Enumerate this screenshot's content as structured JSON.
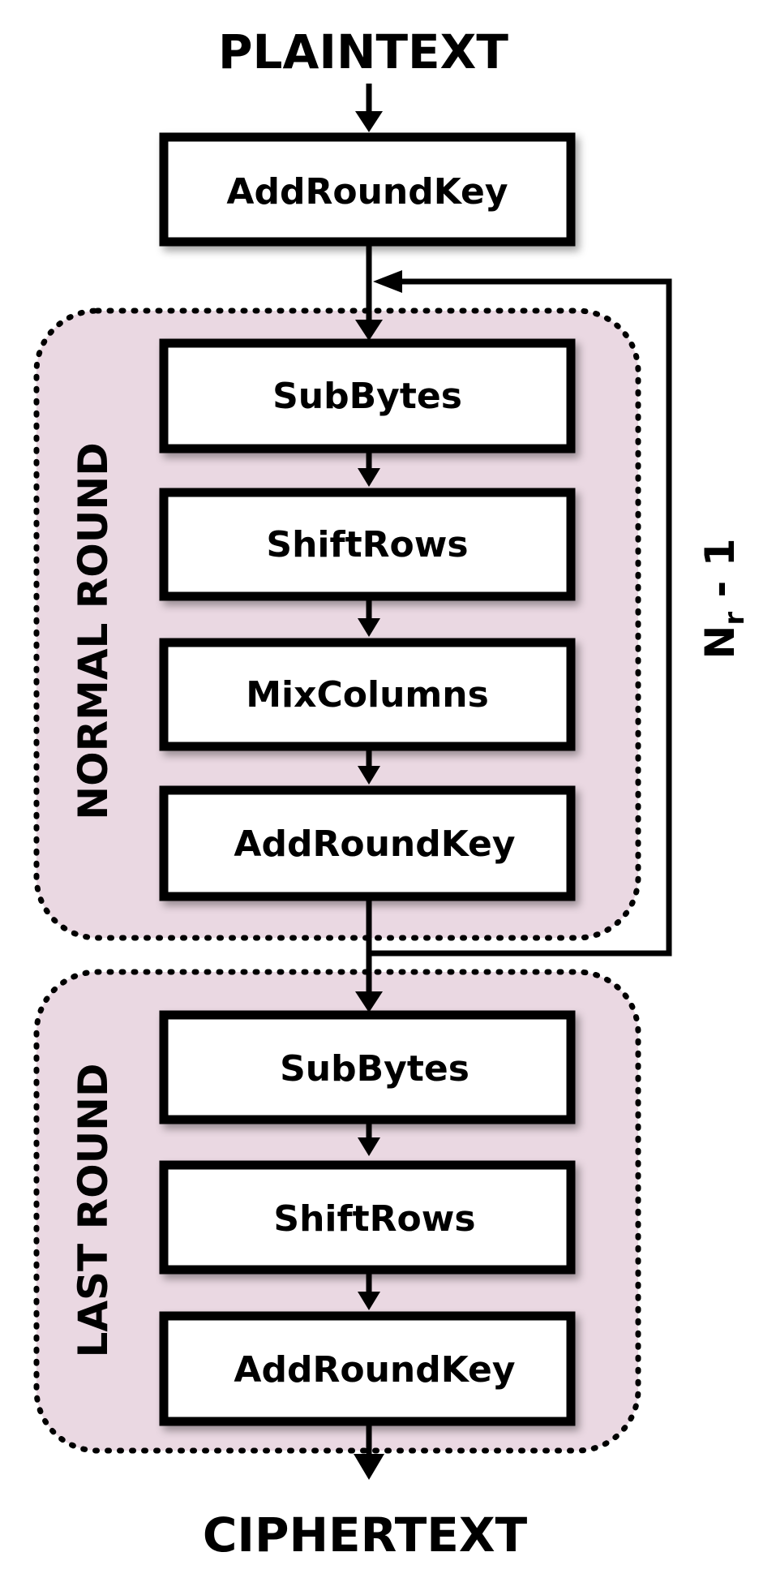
{
  "input_label": "PLAINTEXT",
  "output_label": "CIPHERTEXT",
  "initial_step": "AddRoundKey",
  "normal_round": {
    "label": "NORMAL ROUND",
    "steps": [
      "SubBytes",
      "ShiftRows",
      "MixColumns",
      "AddRoundKey"
    ]
  },
  "last_round": {
    "label": "LAST ROUND",
    "steps": [
      "SubBytes",
      "ShiftRows",
      "AddRoundKey"
    ]
  },
  "loop": {
    "symbol": "N",
    "subscript": "r",
    "suffix": " - 1"
  },
  "colors": {
    "region_fill": "#ead8e2",
    "stroke": "#000000",
    "box_fill": "#ffffff"
  }
}
